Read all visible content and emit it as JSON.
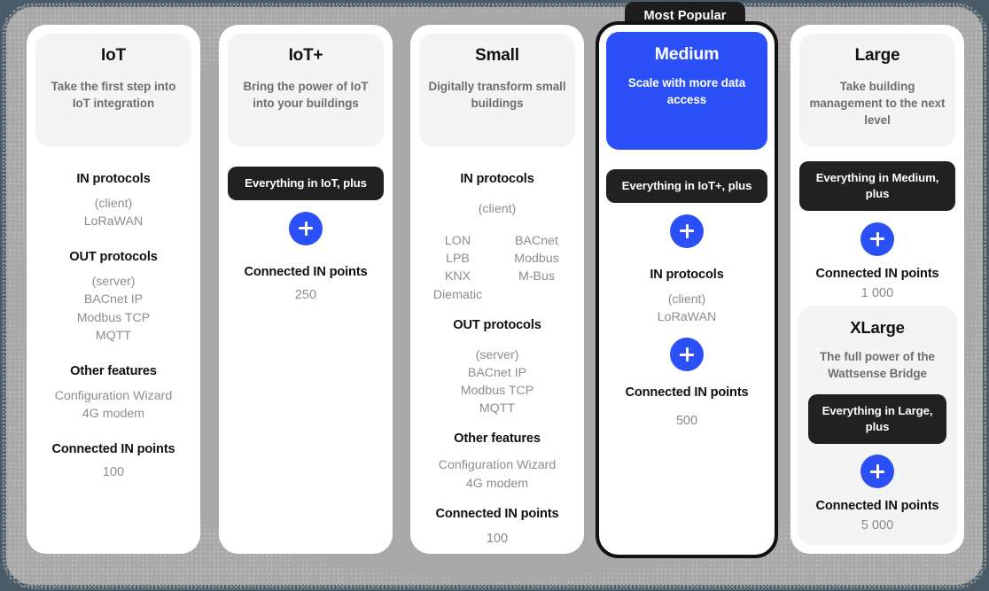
{
  "badge": {
    "most_popular": "Most Popular"
  },
  "labels": {
    "in_protocols": "IN protocols",
    "out_protocols": "OUT protocols",
    "other_features": "Other features",
    "connected_in_points": "Connected IN points",
    "client": "(client)",
    "server": "(server)"
  },
  "colors": {
    "accent_blue": "#2B50F7",
    "dark_pill": "#212121",
    "page_background": "#4A5C68",
    "container_gray": "#A8A8A8",
    "panel_gray": "#F4F4F4",
    "muted_text": "#8D8D8D"
  },
  "plans": [
    {
      "name": "IoT",
      "tagline": "Take the first step into IoT integration",
      "in_protocols": {
        "heading": "IN protocols",
        "mode": "(client)",
        "items": "LoRaWAN"
      },
      "out_protocols": {
        "heading": "OUT protocols",
        "mode": "(server)",
        "items": "BACnet IP\nModbus TCP\nMQTT"
      },
      "other_features": {
        "heading": "Other features",
        "items": "Configuration Wizard\n4G modem"
      },
      "points": {
        "heading": "Connected IN points",
        "value": "100"
      }
    },
    {
      "name": "IoT+",
      "tagline": "Bring the power of IoT into your buildings",
      "inherits": "Everything in IoT, plus",
      "points": {
        "heading": "Connected IN points",
        "value": "250"
      }
    },
    {
      "name": "Small",
      "tagline": "Digitally transform small buildings",
      "in_protocols": {
        "heading": "IN protocols",
        "mode": "(client)",
        "col_left": "LON\nLPB\nKNX\nDiematic",
        "col_right": "BACnet\nModbus\nM-Bus"
      },
      "out_protocols": {
        "heading": "OUT protocols",
        "mode": "(server)",
        "items": "BACnet IP\nModbus TCP\nMQTT"
      },
      "other_features": {
        "heading": "Other features",
        "items": "Configuration Wizard\n4G modem"
      },
      "points": {
        "heading": "Connected IN points",
        "value": "100"
      }
    },
    {
      "name": "Medium",
      "tagline": "Scale with more data access",
      "featured": true,
      "inherits": "Everything in IoT+, plus",
      "in_protocols": {
        "heading": "IN protocols",
        "mode": "(client)",
        "items": "LoRaWAN"
      },
      "points": {
        "heading": "Connected IN points",
        "value": "500"
      }
    },
    {
      "name": "Large",
      "tagline": "Take building management to the next level",
      "inherits": "Everything in Medium, plus",
      "points": {
        "heading": "Connected IN points",
        "value": "1 000"
      },
      "nested": {
        "name": "XLarge",
        "tagline": "The full power of the Wattsense Bridge",
        "inherits": "Everything in Large, plus",
        "points": {
          "heading": "Connected IN points",
          "value": "5 000"
        }
      }
    }
  ]
}
